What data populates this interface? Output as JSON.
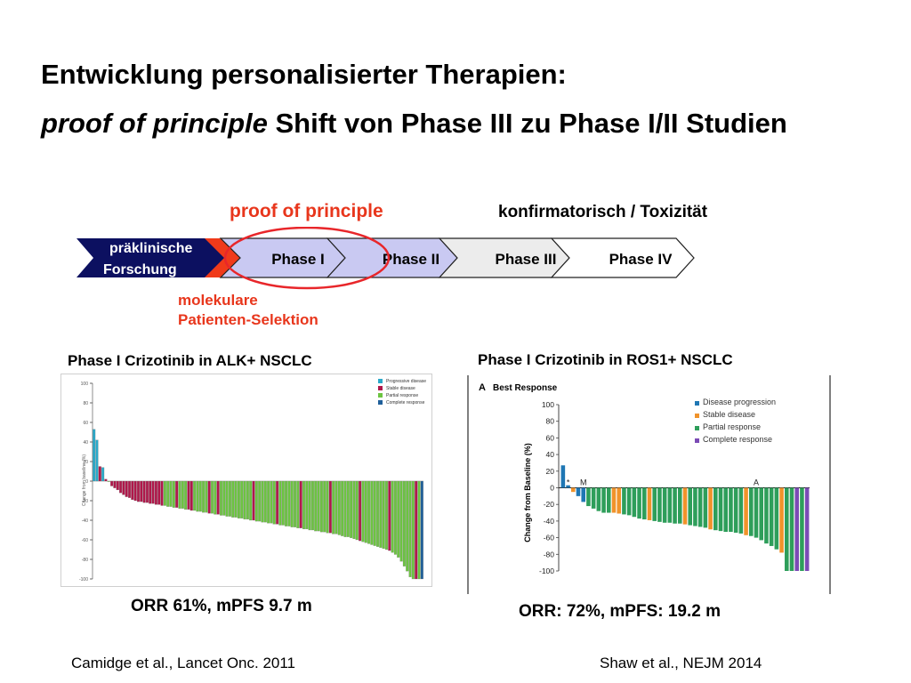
{
  "slide": {
    "title_line1": "Entwicklung personalisierter Therapien:",
    "title_line2_italic": "proof of principle",
    "title_line2_rest": " Shift von Phase III zu Phase I/II Studien",
    "proof_label": "proof of principle",
    "konf_label": "konfirmatorisch / Toxizität",
    "mol_line1": "molekulare",
    "mol_line2": "Patienten-Selektion",
    "pipeline": {
      "pre_line1": "präklinische",
      "pre_line2": "Forschung",
      "phases": [
        "Phase I",
        "Phase II",
        "Phase III",
        "Phase IV"
      ]
    },
    "chart1_title": "Phase I Crizotinib in ALK+ NSCLC",
    "chart2_title": "Phase I Crizotinib in ROS1+ NSCLC",
    "orr1": "ORR 61%, mPFS 9.7 m",
    "orr2": "ORR: 72%, mPFS: 19.2 m",
    "cite1": "Camidge et al., Lancet Onc. 2011",
    "cite2": "Shaw et al., NEJM 2014",
    "colors": {
      "accent_red": "#e8361c",
      "navy": "#0c1060",
      "phase_fill": "#c9c9f2",
      "phase_fill_light": "#ececec"
    }
  },
  "chart_data": [
    {
      "type": "bar",
      "ylabel": "Change from baseline (%)",
      "ylim": [
        -100,
        100
      ],
      "yticks": [
        100,
        80,
        60,
        40,
        20,
        0,
        -20,
        -40,
        -60,
        -80,
        -100
      ],
      "legend": [
        "Progressive disease",
        "Stable disease",
        "Partial response",
        "Complete response"
      ],
      "legend_position": "top-right",
      "colors": {
        "PD": "#2aa9c9",
        "SD": "#b0174a",
        "PR": "#6cc441",
        "CR": "#1f5f9a"
      },
      "values": [
        53,
        42,
        15,
        14,
        2,
        0,
        -5,
        -7,
        -9,
        -12,
        -14,
        -16,
        -17,
        -19,
        -20,
        -21,
        -21,
        -22,
        -22,
        -23,
        -23,
        -24,
        -24,
        -25,
        -25,
        -26,
        -26,
        -27,
        -27,
        -28,
        -28,
        -29,
        -29,
        -30,
        -30,
        -31,
        -31,
        -32,
        -32,
        -33,
        -33,
        -34,
        -34,
        -35,
        -35,
        -36,
        -36,
        -37,
        -37,
        -38,
        -38,
        -39,
        -39,
        -40,
        -40,
        -41,
        -41,
        -42,
        -42,
        -43,
        -43,
        -44,
        -44,
        -45,
        -45,
        -46,
        -46,
        -47,
        -47,
        -48,
        -48,
        -49,
        -49,
        -50,
        -50,
        -51,
        -51,
        -52,
        -52,
        -53,
        -53,
        -54,
        -54,
        -55,
        -56,
        -57,
        -57,
        -58,
        -59,
        -60,
        -61,
        -62,
        -63,
        -64,
        -65,
        -66,
        -67,
        -68,
        -69,
        -70,
        -71,
        -73,
        -75,
        -78,
        -82,
        -87,
        -92,
        -98,
        -100,
        -100,
        -100,
        -100
      ],
      "responses": [
        "PD",
        "PD",
        "SD",
        "PD",
        "SD",
        "PR",
        "SD",
        "SD",
        "SD",
        "SD",
        "SD",
        "SD",
        "SD",
        "SD",
        "SD",
        "SD",
        "SD",
        "SD",
        "SD",
        "SD",
        "SD",
        "SD",
        "SD",
        "SD",
        "PR",
        "PR",
        "PR",
        "PR",
        "SD",
        "PR",
        "PR",
        "PR",
        "SD",
        "SD",
        "PR",
        "PR",
        "PR",
        "PR",
        "PR",
        "SD",
        "PR",
        "PR",
        "SD",
        "PR",
        "PR",
        "PR",
        "PR",
        "PR",
        "PR",
        "PR",
        "PR",
        "PR",
        "PR",
        "PR",
        "SD",
        "PR",
        "PR",
        "PR",
        "PR",
        "PR",
        "PR",
        "PR",
        "SD",
        "PR",
        "PR",
        "PR",
        "PR",
        "PR",
        "PR",
        "PR",
        "SD",
        "PR",
        "PR",
        "PR",
        "PR",
        "PR",
        "PR",
        "PR",
        "PR",
        "PR",
        "SD",
        "PR",
        "PR",
        "PR",
        "PR",
        "PR",
        "PR",
        "PR",
        "PR",
        "PR",
        "SD",
        "PR",
        "PR",
        "PR",
        "PR",
        "PR",
        "PR",
        "PR",
        "PR",
        "PR",
        "SD",
        "PR",
        "PR",
        "PR",
        "PR",
        "PR",
        "PR",
        "PR",
        "PR",
        "SD",
        "PR",
        "CR",
        "PR",
        "CR"
      ]
    },
    {
      "type": "bar",
      "panel_label": "A",
      "title": "Best Response",
      "ylabel": "Change from Baseline (%)",
      "ylim": [
        -100,
        100
      ],
      "yticks": [
        100,
        80,
        60,
        40,
        20,
        0,
        -20,
        -40,
        -60,
        -80,
        -100
      ],
      "legend": [
        "Disease progression",
        "Stable disease",
        "Partial response",
        "Complete response"
      ],
      "legend_position": "top-right",
      "colors": {
        "PD": "#1f77b4",
        "SD": "#f0932b",
        "PR": "#2e9e5a",
        "CR": "#7b4bb5"
      },
      "annotations": [
        {
          "text": "*",
          "index": 1
        },
        {
          "text": "M",
          "index": 4
        },
        {
          "text": "A",
          "index": 38
        }
      ],
      "values": [
        27,
        3,
        -5,
        -10,
        -17,
        -22,
        -25,
        -28,
        -30,
        -30,
        -30,
        -31,
        -32,
        -33,
        -35,
        -37,
        -38,
        -39,
        -40,
        -41,
        -42,
        -42,
        -43,
        -43,
        -44,
        -45,
        -46,
        -47,
        -48,
        -50,
        -51,
        -52,
        -53,
        -53,
        -54,
        -55,
        -57,
        -58,
        -60,
        -63,
        -67,
        -70,
        -74,
        -78,
        -100,
        -100,
        -100,
        -100,
        -100
      ],
      "responses": [
        "PD",
        "PD",
        "SD",
        "PD",
        "PD",
        "PR",
        "PR",
        "PR",
        "PR",
        "PR",
        "SD",
        "SD",
        "PR",
        "PR",
        "PR",
        "PR",
        "PR",
        "SD",
        "PR",
        "PR",
        "PR",
        "PR",
        "PR",
        "PR",
        "SD",
        "PR",
        "PR",
        "PR",
        "PR",
        "SD",
        "PR",
        "PR",
        "PR",
        "PR",
        "PR",
        "PR",
        "SD",
        "PR",
        "PR",
        "PR",
        "PR",
        "PR",
        "PR",
        "SD",
        "PR",
        "PR",
        "CR",
        "PR",
        "CR"
      ]
    }
  ]
}
